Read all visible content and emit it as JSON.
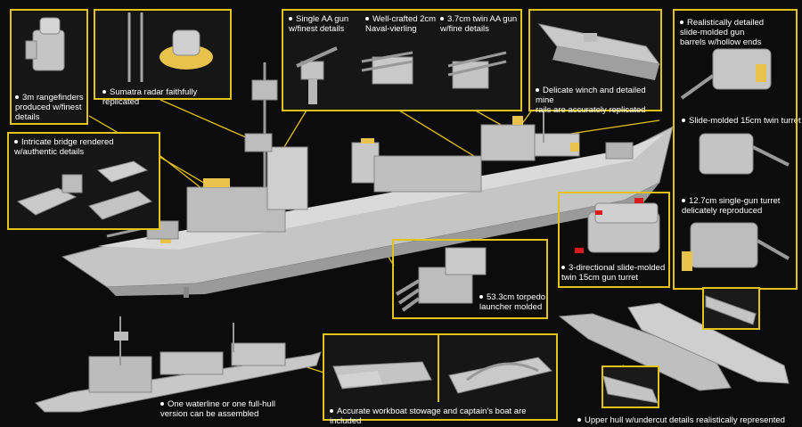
{
  "colors": {
    "accent": "#e3c21a",
    "background": "#0c0c0c",
    "hull": "#c9c9c9",
    "hull_shadow": "#8f8f8f",
    "detail_parts": "#e8c24a",
    "red_arrows": "#d81c1c"
  },
  "callouts": {
    "rangefinder": [
      "3m rangefinders",
      "produced w/finest",
      "details"
    ],
    "radar": "Sumatra radar faithfully replicated",
    "single_aa": [
      "Single AA gun",
      "w/finest details"
    ],
    "vierling": [
      "Well-crafted 2cm",
      "Naval-vierling"
    ],
    "twin_aa": [
      "3.7cm twin AA gun",
      "w/fine details"
    ],
    "winch": [
      "Delicate winch and detailed mine",
      "rails are accurately replicated"
    ],
    "barrels": [
      "Realistically detailed",
      "slide-molded gun",
      "barrels w/hollow ends"
    ],
    "twin_turret": "Slide-molded 15cm twin turret",
    "single_turret": [
      "12.7cm single-gun turret",
      "delicately reproduced"
    ],
    "directional": [
      "3-directional slide-molded",
      "twin 15cm gun turret"
    ],
    "bridge": [
      "Intricate bridge rendered",
      "w/authentic details"
    ],
    "torpedo": [
      "53.3cm torpedo",
      "launcher molded"
    ],
    "waterline": [
      "One waterline or one full-hull",
      "version can be assembled"
    ],
    "workboat": "Accurate workboat stowage and captain's boat are included",
    "upper_hull": "Upper hull w/undercut details realistically represented"
  }
}
